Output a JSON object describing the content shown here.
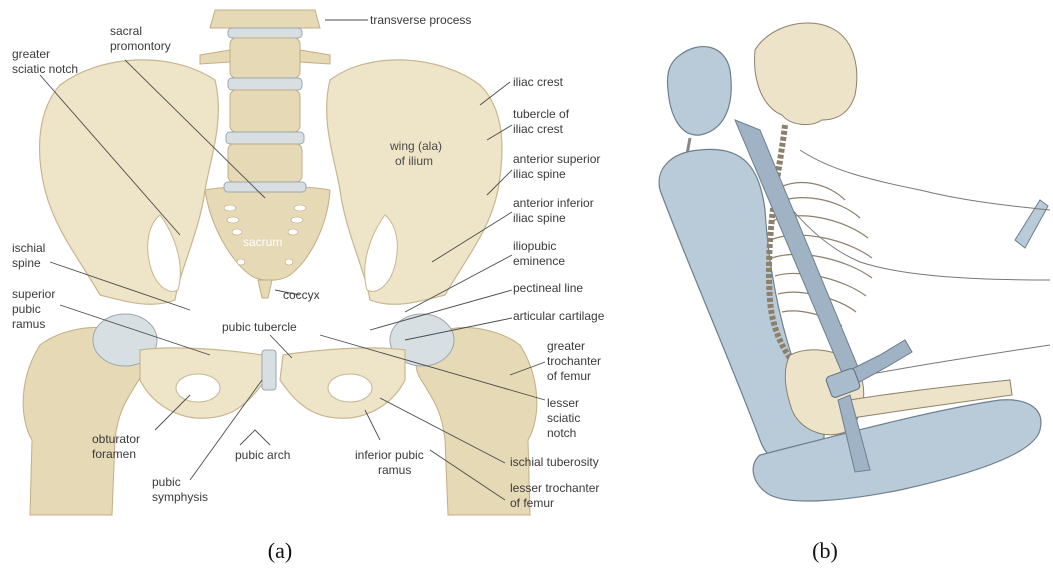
{
  "panel_a": {
    "caption": "(a)",
    "labels": {
      "transverse_process": "transverse process",
      "sacral_promontory_1": "sacral",
      "sacral_promontory_2": "promontory",
      "greater_sciatic_notch_1": "greater",
      "greater_sciatic_notch_2": "sciatic notch",
      "iliac_crest": "iliac crest",
      "tubercle_1": "tubercle of",
      "tubercle_2": "iliac crest",
      "wing_1": "wing (ala)",
      "wing_2": "of ilium",
      "asis_1": "anterior superior",
      "asis_2": "iliac spine",
      "aiis_1": "anterior inferior",
      "aiis_2": "iliac spine",
      "ischial_spine_1": "ischial",
      "ischial_spine_2": "spine",
      "sacrum": "sacrum",
      "iliopubic_1": "iliopubic",
      "iliopubic_2": "eminence",
      "coccyx": "coccyx",
      "pectineal_line": "pectineal line",
      "sup_pubic_ramus_1": "superior",
      "sup_pubic_ramus_2": "pubic",
      "sup_pubic_ramus_3": "ramus",
      "pubic_tubercle": "pubic tubercle",
      "articular_cartilage": "articular cartilage",
      "greater_trochanter_1": "greater",
      "greater_trochanter_2": "trochanter",
      "greater_trochanter_3": "of femur",
      "lesser_sciatic_1": "lesser",
      "lesser_sciatic_2": "sciatic",
      "lesser_sciatic_3": "notch",
      "obturator_1": "obturator",
      "obturator_2": "foramen",
      "pubic_arch": "pubic arch",
      "inferior_pubic_1": "inferior pubic",
      "inferior_pubic_2": "ramus",
      "ischial_tuberosity": "ischial tuberosity",
      "pubic_symphysis_1": "pubic",
      "pubic_symphysis_2": "symphysis",
      "lesser_trochanter_1": "lesser trochanter",
      "lesser_trochanter_2": "of femur"
    }
  },
  "panel_b": {
    "caption": "(b)"
  },
  "colors": {
    "bone": "#eee4c8",
    "cartilage": "#d7dfe3",
    "seat": "#b9cad9"
  }
}
